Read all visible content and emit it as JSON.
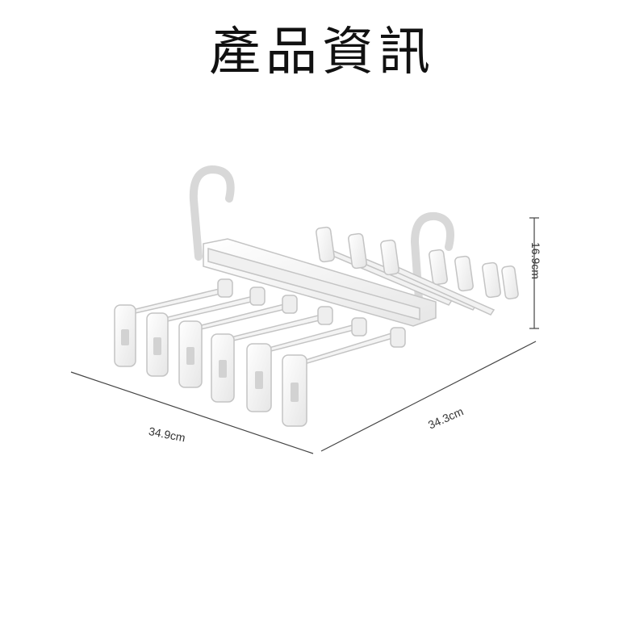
{
  "title": "產品資訊",
  "dimensions": {
    "width": "34.9cm",
    "depth": "34.3cm",
    "height": "16.9cm"
  },
  "product_icon": "clip-hanger-image",
  "colors": {
    "background": "#ffffff",
    "title": "#111111",
    "dimension_line": "#444444",
    "product": "#f4f4f4",
    "product_outline": "#c8c8c8"
  }
}
